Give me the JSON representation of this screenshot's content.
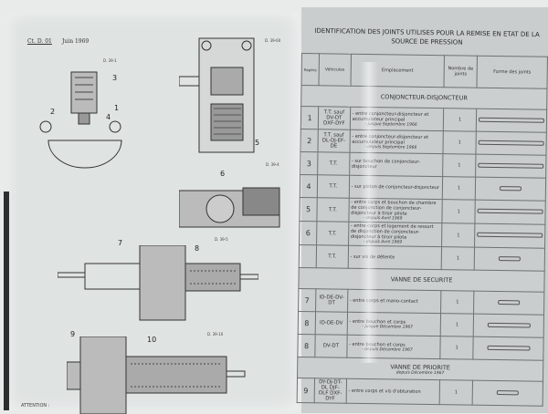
{
  "left_page": {
    "reference": "Ct. D. 01",
    "date": "Juin 1969",
    "figures": [
      {
        "label": "D. 39-1"
      },
      {
        "label": "D. 39-60"
      },
      {
        "label": "D. 39-4"
      },
      {
        "label": "D. 39-5"
      },
      {
        "label": "D. 39-10"
      }
    ],
    "callouts": [
      "1",
      "2",
      "3",
      "4",
      "5",
      "6",
      "7",
      "8",
      "9",
      "10"
    ],
    "footer": "ATTENTION :"
  },
  "right_page": {
    "title": "IDENTIFICATION DES JOINTS UTILISES POUR LA REMISE EN ETAT DE LA SOURCE DE PRESSION",
    "columns": [
      "Repère",
      "Véhicules",
      "Emplacement",
      "Nombre de joints",
      "Forme des joints"
    ],
    "sections": [
      {
        "name": "CONJONCTEUR-DISJONCTEUR",
        "note": "",
        "rows": [
          {
            "rep": "1",
            "veh": "T.T. sauf DV-DT DXF-DYF",
            "emp": "- entre conjoncteur-disjoncteur et accumulateur principal",
            "date": "- jusque Septembre 1966",
            "nb": "1",
            "seal": "long"
          },
          {
            "rep": "2",
            "veh": "T.T. sauf DL-DJ-EF-DE",
            "emp": "- entre conjoncteur-disjoncteur et accumulateur principal",
            "date": "- depuis Septembre 1966",
            "nb": "1",
            "seal": "long"
          },
          {
            "rep": "3",
            "veh": "T.T.",
            "emp": "- sur bouchon de conjoncteur-disjoncteur",
            "date": "",
            "nb": "1",
            "seal": "long"
          },
          {
            "rep": "4",
            "veh": "T.T.",
            "emp": "- sur piston de conjoncteur-disjoncteur",
            "date": "",
            "nb": "1",
            "seal": "short"
          },
          {
            "rep": "5",
            "veh": "T.T.",
            "emp": "- entre corps et bouchon de chambre de conjonction de conjoncteur-disjoncteur à tiroir pilote",
            "date": "- depuis Avril 1969",
            "nb": "1",
            "seal": "long"
          },
          {
            "rep": "6",
            "veh": "T.T.",
            "emp": "- entre corps et logement de ressort de disjonction de conjoncteur-disjoncteur à tiroir pilote",
            "date": "- depuis Avril 1969",
            "nb": "1",
            "seal": "long"
          },
          {
            "rep": "",
            "veh": "T.T.",
            "emp": "- sur vis de détente",
            "date": "",
            "nb": "1",
            "seal": "short"
          }
        ]
      },
      {
        "name": "VANNE DE SECURITE",
        "note": "",
        "rows": [
          {
            "rep": "7",
            "veh": "ID-DE-DV-DT",
            "emp": "- entre corps et mano-contact",
            "date": "",
            "nb": "1",
            "seal": "short"
          },
          {
            "rep": "8",
            "veh": "ID-DE-DV",
            "emp": "- entre bouchon et corps",
            "date": "- jusque Décembre 1967",
            "nb": "1",
            "seal": "medium"
          },
          {
            "rep": "8",
            "veh": "DV-DT",
            "emp": "- entre bouchon et corps",
            "date": "- depuis Décembre 1967",
            "nb": "1",
            "seal": "medium"
          }
        ]
      },
      {
        "name": "VANNE DE PRIORITE",
        "note": "depuis Décembre 1967",
        "rows": [
          {
            "rep": "9",
            "veh": "DY-DJ-DT-DL DJF-DLF DXF-DYF",
            "emp": "- entre corps et vis d'obturation",
            "date": "",
            "nb": "1",
            "seal": "short"
          }
        ]
      }
    ]
  }
}
